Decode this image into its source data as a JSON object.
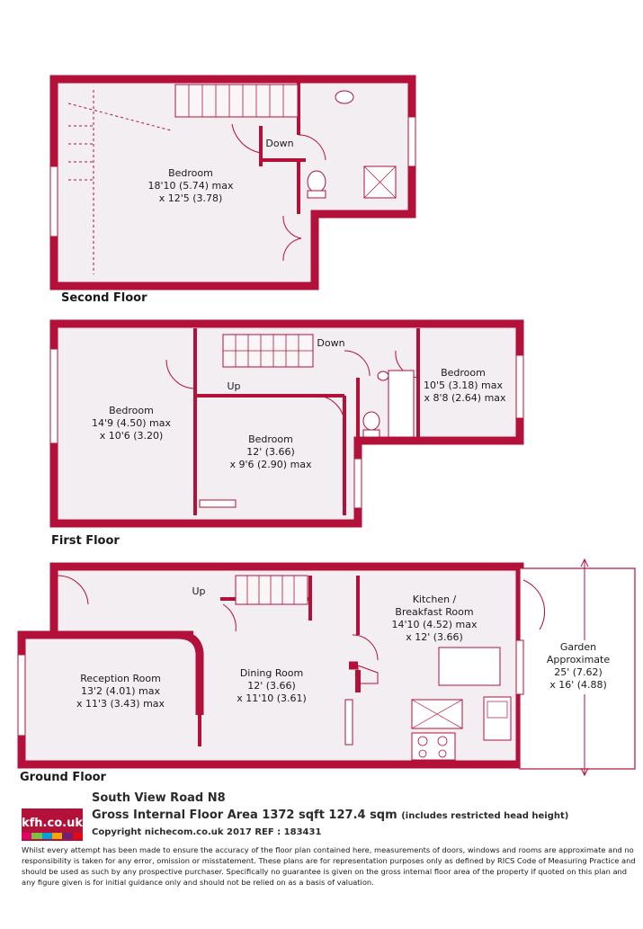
{
  "colors": {
    "wall": "#b3103a",
    "floor_fill": "#f3eef1",
    "garden_line": "#b3103a"
  },
  "floors": {
    "second": {
      "label": "Second Floor",
      "rooms": [
        {
          "lines": [
            "Bedroom",
            "18'10 (5.74) max",
            "x 12'5 (3.78)"
          ]
        }
      ],
      "stair_label": "Down"
    },
    "first": {
      "label": "First Floor",
      "rooms": [
        {
          "lines": [
            "Bedroom",
            "14'9 (4.50) max",
            "x 10'6 (3.20)"
          ]
        },
        {
          "lines": [
            "Bedroom",
            "12' (3.66)",
            "x 9'6 (2.90) max"
          ]
        },
        {
          "lines": [
            "Bedroom",
            "10'5 (3.18) max",
            "x 8'8 (2.64) max"
          ]
        }
      ],
      "stair_up": "Up",
      "stair_down": "Down"
    },
    "ground": {
      "label": "Ground Floor",
      "rooms": [
        {
          "lines": [
            "Reception Room",
            "13'2 (4.01) max",
            "x 11'3 (3.43) max"
          ]
        },
        {
          "lines": [
            "Dining Room",
            "12' (3.66)",
            "x 11'10 (3.61)"
          ]
        },
        {
          "lines": [
            "Kitchen /",
            "Breakfast Room",
            "14'10 (4.52) max",
            "x 12' (3.66)"
          ]
        },
        {
          "lines": [
            "Garden",
            "Approximate",
            "25' (7.62)",
            "x 16' (4.88)"
          ]
        }
      ],
      "stair_up": "Up"
    }
  },
  "footer": {
    "address": "South View Road  N8",
    "area": "Gross Internal Floor Area 1372 sqft 127.4 sqm",
    "area_note": "(includes restricted head height)",
    "copyright": "Copyright nichecom.co.uk 2017 REF : 183431",
    "logo": "kfh.co.uk",
    "logo_stripe_colors": [
      "#e5006d",
      "#7ac143",
      "#00a0df",
      "#f7a600",
      "#6d2077",
      "#e30613"
    ],
    "disclaimer": "Whilst every attempt has been made to ensure the accuracy of the floor plan contained here, measurements of doors, windows and rooms are approximate and no responsibility is taken for any error, omission or misstatement.  These plans are for representation purposes only as defined by RICS Code of Measuring Practice and should be used as such by any prospective purchaser.  Specifically no guarantee is given on the gross internal floor area of the property if quoted on this plan and any figure given is for initial guidance only and should not be relied on as a basis of valuation."
  }
}
